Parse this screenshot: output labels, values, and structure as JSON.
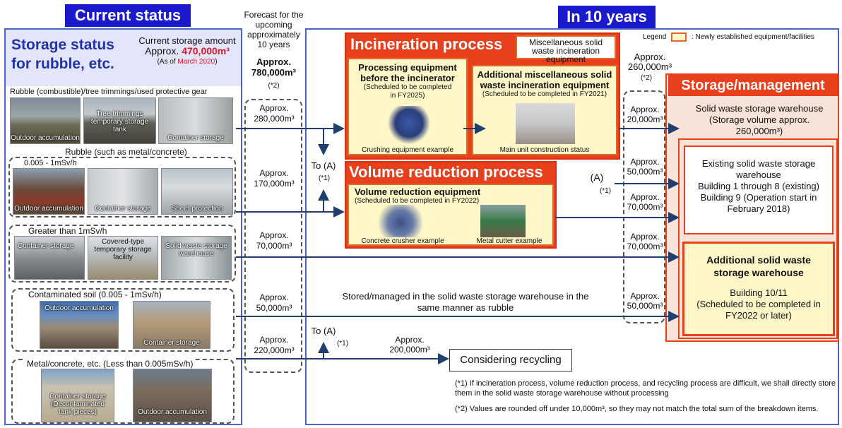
{
  "headers": {
    "current": "Current status",
    "future": "In 10 years"
  },
  "storage": {
    "title": "Storage status for rubble, etc.",
    "amount_label": "Current storage amount",
    "amount_prefix": "Approx. ",
    "amount_value": "470,000m³",
    "as_of_prefix": "(As of ",
    "as_of_date": "March 2020",
    "as_of_suffix": ")"
  },
  "categories": [
    {
      "label": "Rubble (combustible)/tree trimmings/used protective gear",
      "photos": [
        "Outdoor accumulation",
        "Tree trimmings temporary storage tank",
        "Container storage"
      ],
      "forecast": "Approx. 280,000m³"
    },
    {
      "label": "Rubble (such as metal/concrete)",
      "sublabel": "0.005 - 1mSv/h",
      "photos": [
        "Outdoor accumulation",
        "Container storage",
        "Sheet protection"
      ],
      "forecast": "Approx. 170,000m³"
    },
    {
      "label": "Greater than 1mSv/h",
      "photos": [
        "Container storage",
        "Covered-type temporary storage facility",
        "Solid waste storage warehouse"
      ],
      "forecast": "Approx. 70,000m³"
    },
    {
      "label": "Contaminated soil (0.005 - 1mSv/h)",
      "photos": [
        "Outdoor accumulation",
        "Container storage"
      ],
      "forecast": "Approx. 50,000m³"
    },
    {
      "label": "Metal/concrete, etc. (Less than 0.005mSv/h)",
      "photos": [
        "Container storage (Decontaminated tank pieces)",
        "Outdoor accumulation"
      ],
      "forecast": "Approx. 220,000m³"
    }
  ],
  "forecast_header": "Forecast for the upcoming approximately 10 years",
  "forecast_total": "Approx. 780,000m³",
  "forecast_note": "(*2)",
  "legend": {
    "label": "Legend",
    "text": ": Newly established equipment/facilities"
  },
  "incineration": {
    "title": "Incineration process",
    "misc": "Miscellaneous solid waste incineration equipment",
    "pre_title": "Processing equipment before the incinerator",
    "pre_sched": "(Scheduled to be completed in FY2025)",
    "pre_caption": "Crushing equipment example",
    "add_title": "Additional miscellaneous solid waste incineration equipment",
    "add_sched": "(Scheduled to be completed in FY2021)",
    "add_caption": "Main unit construction status"
  },
  "volume": {
    "title": "Volume reduction process",
    "eq_title": "Volume reduction equipment",
    "eq_sched": "(Scheduled to be completed in FY2022)",
    "cap1": "Concrete crusher example",
    "cap2": "Metal cutter example"
  },
  "to_a": "To (A)",
  "to_a_note": "(*1)",
  "a_label": "(A)",
  "a_note": "(*1)",
  "right_vals": {
    "total": "Approx. 260,000m³",
    "total_note": "(*2)",
    "v1": "Approx. 20,000m³",
    "v2": "Approx. 50,000m³",
    "v3": "Approx. 70,000m³",
    "v4": "Approx. 70,000m³",
    "v5": "Approx. 50,000m³"
  },
  "storage_mgmt": {
    "title": "Storage/management",
    "warehouse": "Solid waste storage warehouse",
    "warehouse_vol": "(Storage volume approx. 260,000m³)",
    "existing_title": "Existing solid waste storage warehouse",
    "existing_b1": "Building 1 through 8 (existing)",
    "existing_b2": "Building 9 (Operation start in February 2018)",
    "add_title": "Additional solid waste storage warehouse",
    "add_b": "Building 10/11",
    "add_sched": "(Scheduled to be completed in FY2022 or later)"
  },
  "soil_text": "Stored/managed in the solid waste storage warehouse in the same manner as rubble",
  "recycle_val": "Approx. 200,000m³",
  "recycle": "Considering recycling",
  "notes": [
    "(*1) If incineration process, volume reduction process, and recycling process are difficult, we shall directly store them in the solid waste storage warehouse without processing",
    "(*2) Values are rounded off under 10,000m³, so they may not match the total sum of the breakdown items."
  ],
  "colors": {
    "accent": "#e8401c",
    "header": "#1a1acc",
    "panel": "#4a64c8",
    "arrow": "#1f3f6f"
  }
}
